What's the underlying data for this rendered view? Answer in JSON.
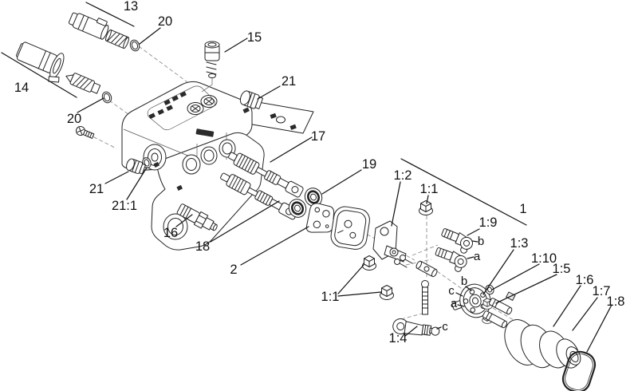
{
  "fig": {
    "type": "exploded_parts_diagram",
    "background": "#ffffff",
    "stroke_color": "#222222",
    "callouts": [
      {
        "label": "13"
      },
      {
        "label": "20"
      },
      {
        "label": "14"
      },
      {
        "label": "20"
      },
      {
        "label": "15"
      },
      {
        "label": "21"
      },
      {
        "label": "17"
      },
      {
        "label": "21"
      },
      {
        "label": "21:1"
      },
      {
        "label": "16"
      },
      {
        "label": "18"
      },
      {
        "label": "19"
      },
      {
        "label": "2"
      },
      {
        "label": "1:2"
      },
      {
        "label": "1:1"
      },
      {
        "label": "1"
      },
      {
        "label": "1:9"
      },
      {
        "label": "b"
      },
      {
        "label": "a"
      },
      {
        "label": "1:3"
      },
      {
        "label": "1:10"
      },
      {
        "label": "1:5"
      },
      {
        "label": "1:6"
      },
      {
        "label": "1:7"
      },
      {
        "label": "1:8"
      },
      {
        "label": "b"
      },
      {
        "label": "c"
      },
      {
        "label": "a"
      },
      {
        "label": "1:1"
      },
      {
        "label": "1:4"
      },
      {
        "label": "c"
      }
    ]
  }
}
